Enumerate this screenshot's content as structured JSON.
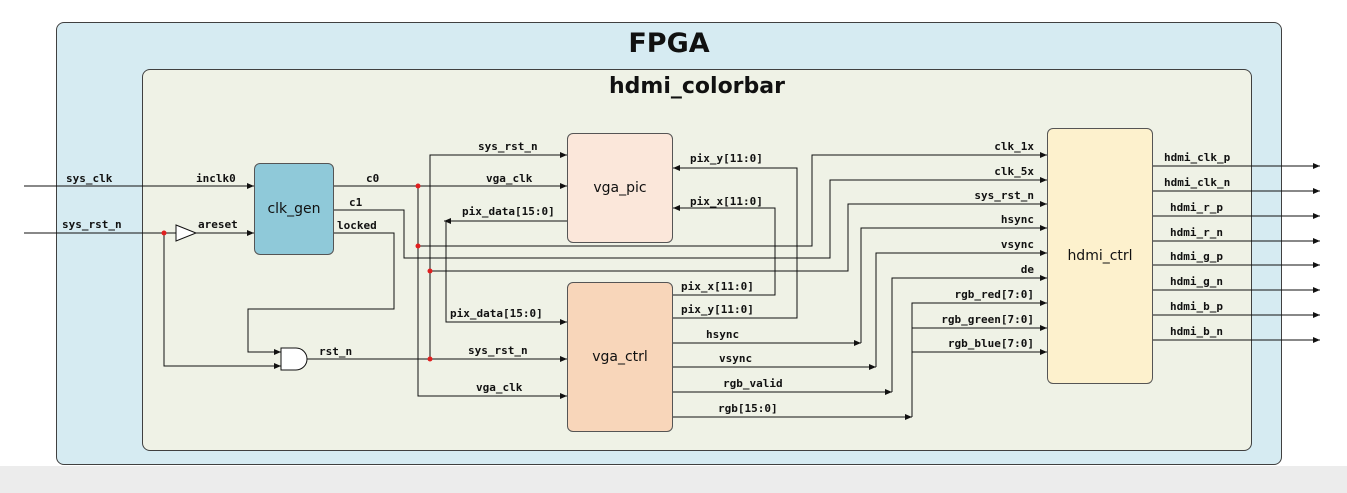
{
  "titles": {
    "fpga": "FPGA",
    "top_module": "hdmi_colorbar"
  },
  "modules": {
    "clk_gen": "clk_gen",
    "vga_pic": "vga_pic",
    "vga_ctrl": "vga_ctrl",
    "hdmi_ctrl": "hdmi_ctrl"
  },
  "external_inputs": {
    "sys_clk": "sys_clk",
    "sys_rst_n": "sys_rst_n"
  },
  "clk_gen_ports": {
    "inclk0": "inclk0",
    "areset": "areset",
    "c0": "c0",
    "c1": "c1",
    "locked": "locked"
  },
  "misc": {
    "rst_n": "rst_n"
  },
  "vga_pic_ports": {
    "sys_rst_n": "sys_rst_n",
    "vga_clk": "vga_clk",
    "pix_data": "pix_data[15:0]",
    "pix_y": "pix_y[11:0]",
    "pix_x": "pix_x[11:0]"
  },
  "vga_ctrl_ports": {
    "pix_data": "pix_data[15:0]",
    "sys_rst_n": "sys_rst_n",
    "vga_clk": "vga_clk",
    "pix_x": "pix_x[11:0]",
    "pix_y": "pix_y[11:0]",
    "hsync": "hsync",
    "vsync": "vsync",
    "rgb_valid": "rgb_valid",
    "rgb": "rgb[15:0]"
  },
  "hdmi_ctrl_inputs": [
    "clk_1x",
    "clk_5x",
    "sys_rst_n",
    "hsync",
    "vsync",
    "de",
    "rgb_red[7:0]",
    "rgb_green[7:0]",
    "rgb_blue[7:0]"
  ],
  "hdmi_ctrl_outputs": [
    "hdmi_clk_p",
    "hdmi_clk_n",
    "hdmi_r_p",
    "hdmi_r_n",
    "hdmi_g_p",
    "hdmi_g_n",
    "hdmi_b_p",
    "hdmi_b_n"
  ],
  "colors": {
    "fpga_bg": "#d6ebf2",
    "top_bg": "#eff2e6",
    "clk_gen": "#8fc9d9",
    "vga_pic": "#fbe7da",
    "vga_ctrl": "#f8d6ba",
    "hdmi_ctrl": "#fdf1cd",
    "junction": "#e02020"
  }
}
